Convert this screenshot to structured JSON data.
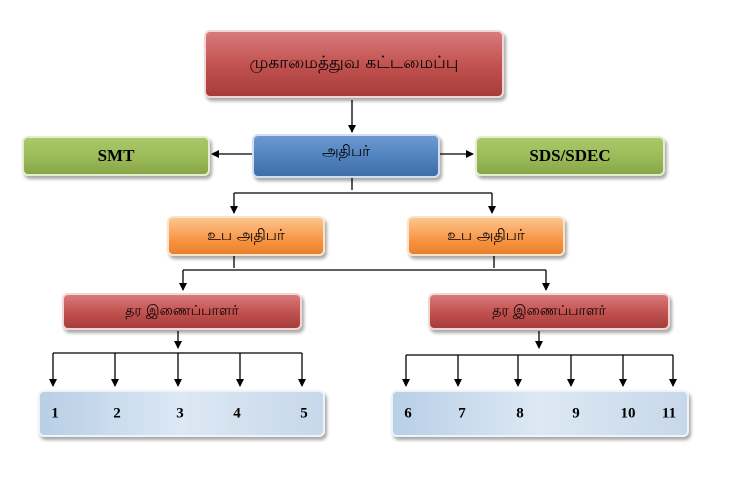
{
  "nodes": {
    "root": "முகாமைத்துவ கட்டமைப்பு",
    "principal": "அதிபர்",
    "smt": "SMT",
    "sds": "SDS/SDEC",
    "deputy_left": "உப அதிபர்",
    "deputy_right": "உப அதிபர்",
    "coordinator_left": "தர இணைப்பாளர்",
    "coordinator_right": "தர இணைப்பாளர்"
  },
  "grades_left": [
    "1",
    "2",
    "3",
    "4",
    "5"
  ],
  "grades_right": [
    "6",
    "7",
    "8",
    "9",
    "10",
    "11"
  ],
  "colors": {
    "red": "#c0504d",
    "blue": "#4f81bd",
    "green": "#9bbb59",
    "orange": "#f79646",
    "light_blue": "#c6d9f1"
  }
}
